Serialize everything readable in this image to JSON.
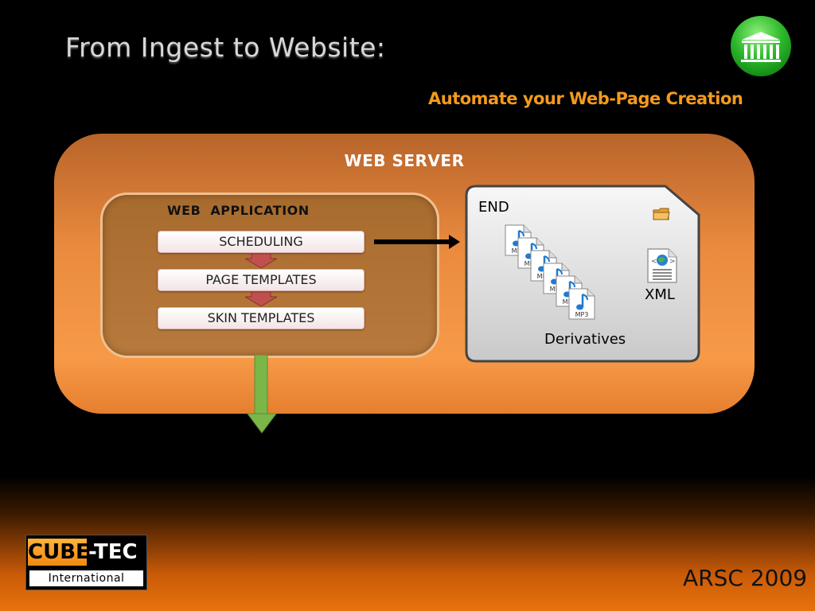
{
  "slide": {
    "title": "From Ingest to Website:",
    "subtitle": "Automate your Web-Page Creation",
    "footer": "ARSC 2009"
  },
  "diagram": {
    "server_label": "WEB SERVER",
    "web_app": {
      "label": "WEB  APPLICATION",
      "steps": [
        "SCHEDULING",
        "PAGE TEMPLATES",
        "SKIN TEMPLATES"
      ]
    },
    "end_box": {
      "label": "END",
      "xml_label": "XML",
      "derivatives_label": "Derivatives",
      "file_badge": "MP3"
    }
  },
  "branding": {
    "cube": "CUBE",
    "tec": "-TEC",
    "international": "International"
  },
  "colors": {
    "accent_orange": "#f39a1e",
    "server_orange": "#f79a48",
    "arrow_green": "#7ab648",
    "arrow_red": "#c0504d"
  }
}
